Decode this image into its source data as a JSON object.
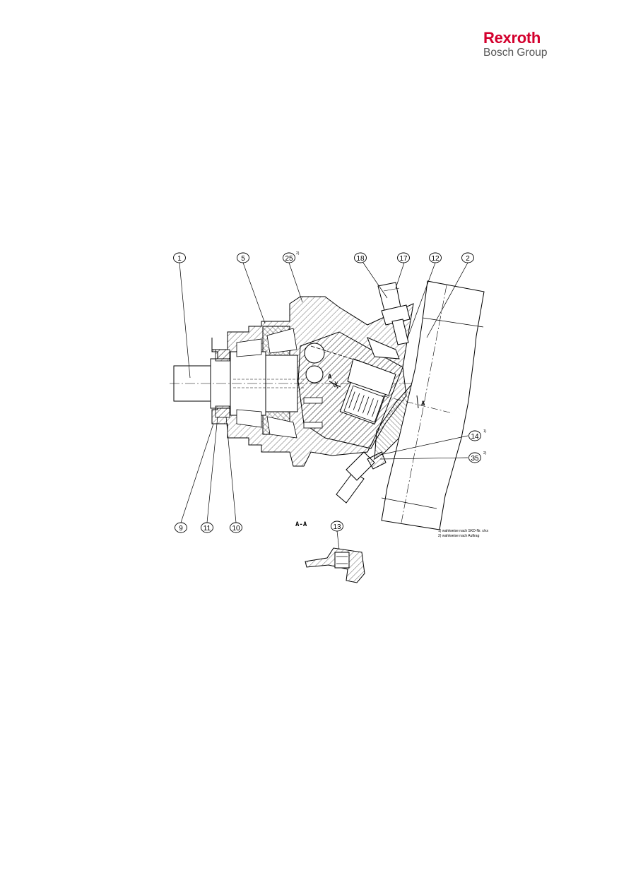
{
  "logo": {
    "brand": "Rexroth",
    "group": "Bosch Group",
    "brand_color": "#d3002d"
  },
  "diagram": {
    "callouts": [
      {
        "label": "1"
      },
      {
        "label": "5"
      },
      {
        "label": "25",
        "sup": "2)"
      },
      {
        "label": "18"
      },
      {
        "label": "17"
      },
      {
        "label": "12"
      },
      {
        "label": "2"
      },
      {
        "label": "14",
        "sup": "1)"
      },
      {
        "label": "35",
        "sup": "2)"
      },
      {
        "label": "9"
      },
      {
        "label": "11"
      },
      {
        "label": "10"
      },
      {
        "label": "13"
      }
    ],
    "section_label": "A-A",
    "section_marks": [
      "A",
      "A"
    ],
    "notes": [
      "1) wahlweise nach SKD-Nr. x/xx",
      "2) wahlweise nach Auftrag"
    ]
  }
}
